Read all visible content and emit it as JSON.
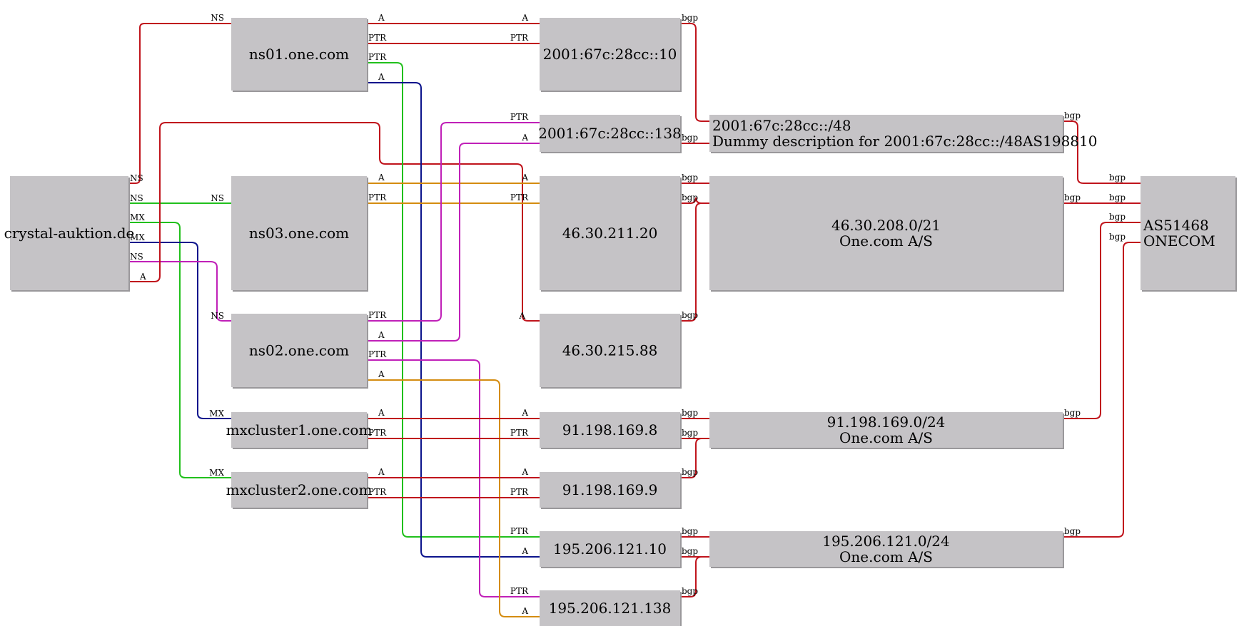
{
  "colors": {
    "background": "#ffffff",
    "node_fill": "#c5c3c6",
    "red": "#c0141c",
    "green": "#21c01c",
    "navy": "#0c148c",
    "magenta": "#c020b8",
    "orange": "#d48c10"
  },
  "nodes": {
    "crystal": {
      "lines": [
        "crystal-auktion.de"
      ]
    },
    "ns01": {
      "lines": [
        "ns01.one.com"
      ]
    },
    "ns03": {
      "lines": [
        "ns03.one.com"
      ]
    },
    "ns02": {
      "lines": [
        "ns02.one.com"
      ]
    },
    "mx1": {
      "lines": [
        "mxcluster1.one.com"
      ]
    },
    "mx2": {
      "lines": [
        "mxcluster2.one.com"
      ]
    },
    "ip6_10": {
      "lines": [
        "2001:67c:28cc::10"
      ]
    },
    "ip6_138": {
      "lines": [
        "2001:67c:28cc::138"
      ]
    },
    "ip_211_20": {
      "lines": [
        "46.30.211.20"
      ]
    },
    "ip_215_88": {
      "lines": [
        "46.30.215.88"
      ]
    },
    "ip_169_8": {
      "lines": [
        "91.198.169.8"
      ]
    },
    "ip_169_9": {
      "lines": [
        "91.198.169.9"
      ]
    },
    "ip_121_10": {
      "lines": [
        "195.206.121.10"
      ]
    },
    "ip_121_138": {
      "lines": [
        "195.206.121.138"
      ]
    },
    "pfx_v6": {
      "lines": [
        "2001:67c:28cc::/48",
        "Dummy description for 2001:67c:28cc::/48AS198810"
      ]
    },
    "pfx_208": {
      "lines": [
        "46.30.208.0/21",
        "One.com A/S"
      ]
    },
    "pfx_169": {
      "lines": [
        "91.198.169.0/24",
        "One.com A/S"
      ]
    },
    "pfx_121": {
      "lines": [
        "195.206.121.0/24",
        "One.com A/S"
      ]
    },
    "asn": {
      "lines": [
        "AS51468",
        "ONECOM"
      ]
    }
  },
  "edges": [
    {
      "from": "crystal",
      "to": "ns01",
      "color": "red",
      "src_label": "NS",
      "dst_label": "NS"
    },
    {
      "from": "crystal",
      "to": "ns03",
      "color": "green",
      "src_label": "NS",
      "dst_label": "NS"
    },
    {
      "from": "crystal",
      "to": "mx2",
      "color": "green",
      "src_label": "MX",
      "dst_label": "MX"
    },
    {
      "from": "crystal",
      "to": "mx1",
      "color": "navy",
      "src_label": "MX",
      "dst_label": "MX"
    },
    {
      "from": "crystal",
      "to": "ns02",
      "color": "magenta",
      "src_label": "NS",
      "dst_label": "NS"
    },
    {
      "from": "crystal",
      "to": "ip_215_88",
      "color": "red",
      "src_label": "A",
      "dst_label": "A"
    },
    {
      "from": "ns01",
      "to": "ip6_10",
      "color": "red",
      "src_label": "A",
      "dst_label": "A"
    },
    {
      "from": "ns01",
      "to": "ip6_10",
      "color": "red",
      "src_label": "PTR",
      "dst_label": "PTR"
    },
    {
      "from": "ns01",
      "to": "ip_121_10",
      "color": "green",
      "src_label": "PTR",
      "dst_label": "PTR"
    },
    {
      "from": "ns01",
      "to": "ip_121_10",
      "color": "navy",
      "src_label": "A",
      "dst_label": "A"
    },
    {
      "from": "ns03",
      "to": "ip_211_20",
      "color": "orange",
      "src_label": "A",
      "dst_label": "A"
    },
    {
      "from": "ns03",
      "to": "ip_211_20",
      "color": "orange",
      "src_label": "PTR",
      "dst_label": "PTR"
    },
    {
      "from": "ns02",
      "to": "ip6_138",
      "color": "magenta",
      "src_label": "PTR",
      "dst_label": "PTR"
    },
    {
      "from": "ns02",
      "to": "ip6_138",
      "color": "magenta",
      "src_label": "A",
      "dst_label": "A"
    },
    {
      "from": "ns02",
      "to": "ip_121_138",
      "color": "magenta",
      "src_label": "PTR",
      "dst_label": "PTR"
    },
    {
      "from": "ns02",
      "to": "ip_121_138",
      "color": "orange",
      "src_label": "A",
      "dst_label": "A"
    },
    {
      "from": "mx1",
      "to": "ip_169_8",
      "color": "red",
      "src_label": "A",
      "dst_label": "A"
    },
    {
      "from": "mx1",
      "to": "ip_169_8",
      "color": "red",
      "src_label": "PTR",
      "dst_label": "PTR"
    },
    {
      "from": "mx2",
      "to": "ip_169_9",
      "color": "red",
      "src_label": "A",
      "dst_label": "A"
    },
    {
      "from": "mx2",
      "to": "ip_169_9",
      "color": "red",
      "src_label": "PTR",
      "dst_label": "PTR"
    },
    {
      "from": "ip6_10",
      "to": "pfx_v6",
      "color": "red",
      "src_label": "bgp",
      "dst_label": ""
    },
    {
      "from": "ip6_138",
      "to": "pfx_v6",
      "color": "red",
      "src_label": "bgp",
      "dst_label": ""
    },
    {
      "from": "ip_211_20",
      "to": "pfx_208",
      "color": "red",
      "src_label": "bgp",
      "dst_label": ""
    },
    {
      "from": "ip_211_20",
      "to": "pfx_208",
      "color": "red",
      "src_label": "bgp",
      "dst_label": ""
    },
    {
      "from": "ip_215_88",
      "to": "pfx_208",
      "color": "red",
      "src_label": "bgp",
      "dst_label": ""
    },
    {
      "from": "ip_169_8",
      "to": "pfx_169",
      "color": "red",
      "src_label": "bgp",
      "dst_label": ""
    },
    {
      "from": "ip_169_8",
      "to": "pfx_169",
      "color": "red",
      "src_label": "bgp",
      "dst_label": ""
    },
    {
      "from": "ip_169_9",
      "to": "pfx_169",
      "color": "red",
      "src_label": "bgp",
      "dst_label": ""
    },
    {
      "from": "ip_121_10",
      "to": "pfx_121",
      "color": "red",
      "src_label": "bgp",
      "dst_label": ""
    },
    {
      "from": "ip_121_10",
      "to": "pfx_121",
      "color": "red",
      "src_label": "bgp",
      "dst_label": ""
    },
    {
      "from": "ip_121_138",
      "to": "pfx_121",
      "color": "red",
      "src_label": "bgp",
      "dst_label": ""
    },
    {
      "from": "pfx_v6",
      "to": "asn",
      "color": "red",
      "src_label": "bgp",
      "dst_label": "bgp"
    },
    {
      "from": "pfx_208",
      "to": "asn",
      "color": "red",
      "src_label": "bgp",
      "dst_label": "bgp"
    },
    {
      "from": "pfx_169",
      "to": "asn",
      "color": "red",
      "src_label": "bgp",
      "dst_label": "bgp"
    },
    {
      "from": "pfx_121",
      "to": "asn",
      "color": "red",
      "src_label": "bgp",
      "dst_label": "bgp"
    }
  ]
}
